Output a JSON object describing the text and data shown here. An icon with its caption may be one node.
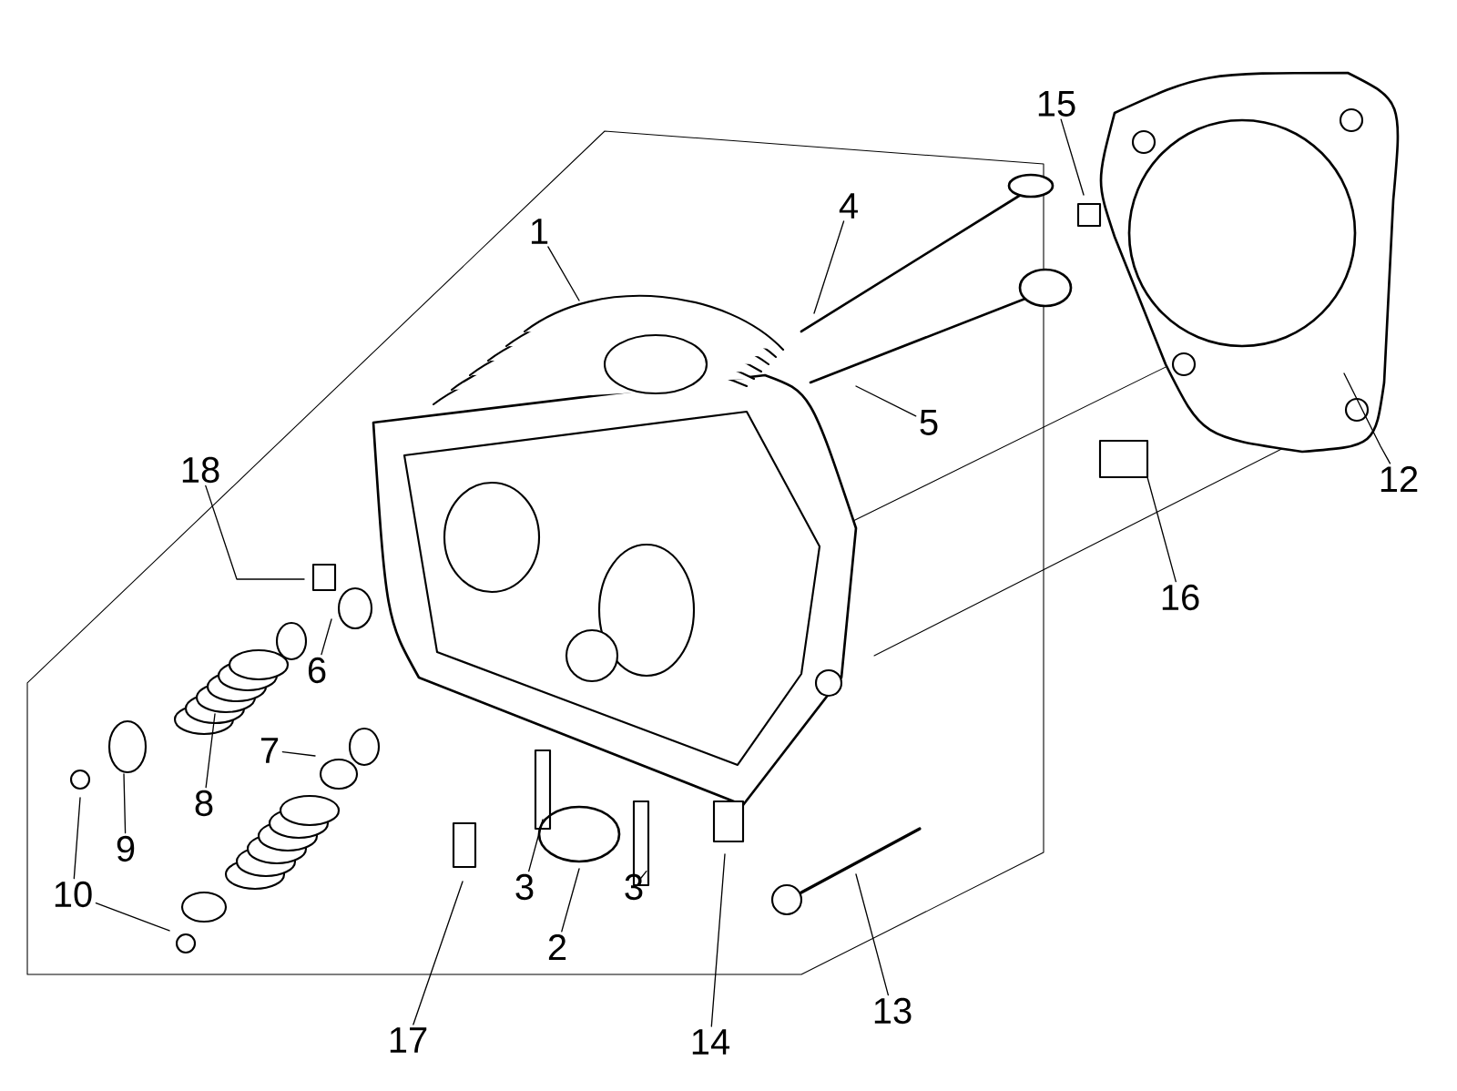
{
  "diagram": {
    "nodes": [
      {
        "text": [
          "15"
        ]
      },
      {
        "text": [
          "4"
        ]
      },
      {
        "text": [
          "1"
        ]
      },
      {
        "text": [
          "5"
        ]
      },
      {
        "text": [
          "18"
        ]
      },
      {
        "text": [
          "12"
        ]
      },
      {
        "text": [
          "16"
        ]
      },
      {
        "text": [
          "6"
        ]
      },
      {
        "text": [
          "7"
        ]
      },
      {
        "text": [
          "8"
        ]
      },
      {
        "text": [
          "9"
        ]
      },
      {
        "text": [
          "3"
        ]
      },
      {
        "text": [
          "3"
        ]
      },
      {
        "text": [
          "10"
        ]
      },
      {
        "text": [
          "2"
        ]
      },
      {
        "text": [
          "13"
        ]
      },
      {
        "text": [
          "17"
        ]
      },
      {
        "text": [
          "14"
        ]
      }
    ],
    "edges": [
      {
        "from": 0,
        "to": null,
        "arrow": "none"
      },
      {
        "from": 1,
        "to": null,
        "arrow": "none"
      },
      {
        "from": 2,
        "to": null,
        "arrow": "none"
      },
      {
        "from": 3,
        "to": null,
        "arrow": "none"
      },
      {
        "from": 4,
        "to": null,
        "arrow": "none"
      },
      {
        "from": 5,
        "to": null,
        "arrow": "none"
      },
      {
        "from": 6,
        "to": null,
        "arrow": "none"
      },
      {
        "from": 7,
        "to": null,
        "arrow": "none"
      },
      {
        "from": 8,
        "to": null,
        "arrow": "none"
      },
      {
        "from": 9,
        "to": null,
        "arrow": "none"
      },
      {
        "from": 10,
        "to": null,
        "arrow": "none"
      },
      {
        "from": 11,
        "to": null,
        "arrow": "none"
      },
      {
        "from": 12,
        "to": null,
        "arrow": "none"
      },
      {
        "from": 13,
        "to": null,
        "arrow": "none"
      },
      {
        "from": 13,
        "to": null,
        "arrow": "none"
      },
      {
        "from": 14,
        "to": null,
        "arrow": "none"
      },
      {
        "from": 15,
        "to": null,
        "arrow": "none"
      },
      {
        "from": 16,
        "to": null,
        "arrow": "none"
      },
      {
        "from": 17,
        "to": null,
        "arrow": "none"
      }
    ]
  }
}
